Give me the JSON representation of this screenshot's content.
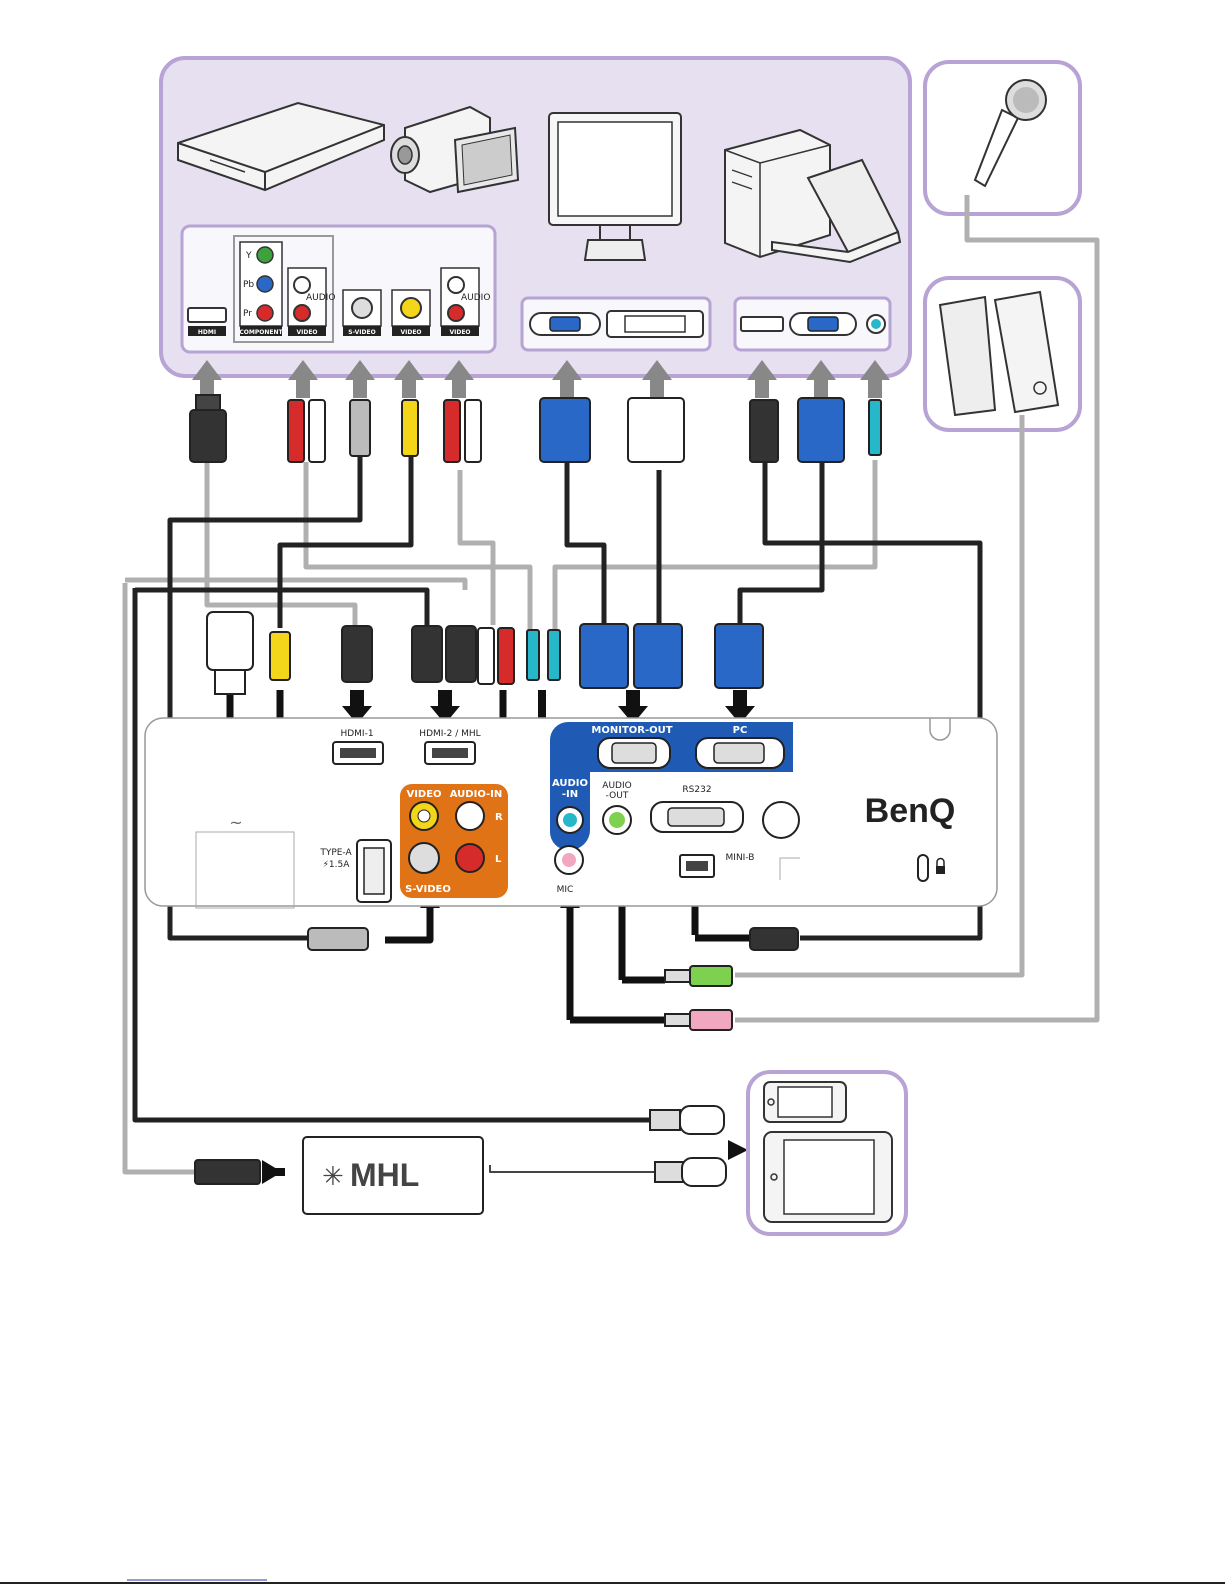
{
  "source_panel": {
    "connector_labels": {
      "hdmi": "HDMI",
      "component": "COMPONENT",
      "comp_y": "Y",
      "comp_pb": "Pb",
      "comp_pr": "Pr",
      "video1": "VIDEO",
      "audio1": "AUDIO",
      "svideo": "S-VIDEO",
      "video2": "VIDEO",
      "video3": "VIDEO",
      "audio2": "AUDIO"
    }
  },
  "projector": {
    "hdmi1": "HDMI-1",
    "hdmi2": "HDMI-2 / MHL",
    "monitor_out": "MONITOR-OUT",
    "pc": "PC",
    "video": "VIDEO",
    "audio_in": "AUDIO-IN",
    "audio_r": "R",
    "audio_l": "L",
    "svideo": "S-VIDEO",
    "audio_in_small_1": "AUDIO",
    "audio_in_small_2": "-IN",
    "audio_out_1": "AUDIO",
    "audio_out_2": "-OUT",
    "rs232": "RS232",
    "mic": "MIC",
    "mini_b": "MINI-B",
    "type_a_1": "TYPE-A",
    "type_a_2": "⚡1.5A",
    "brand": "BenQ"
  },
  "mhl_box": {
    "logo": "MHL"
  },
  "colors": {
    "panel_fill": "#e6e0f0",
    "panel_border": "#b7a3d4",
    "projector_blue": "#1f5bb5",
    "projector_orange": "#e07316",
    "cable_black": "#222222",
    "cable_gray": "#b0b0b0",
    "vga_blue": "#2a68c8"
  },
  "icons": [
    "dvd-player-icon",
    "camcorder-icon",
    "monitor-icon",
    "pc-tower-icon",
    "laptop-icon",
    "microphone-icon",
    "speakers-icon",
    "smartphone-icon",
    "tablet-icon",
    "usb-dongle-icon",
    "lock-icon"
  ]
}
